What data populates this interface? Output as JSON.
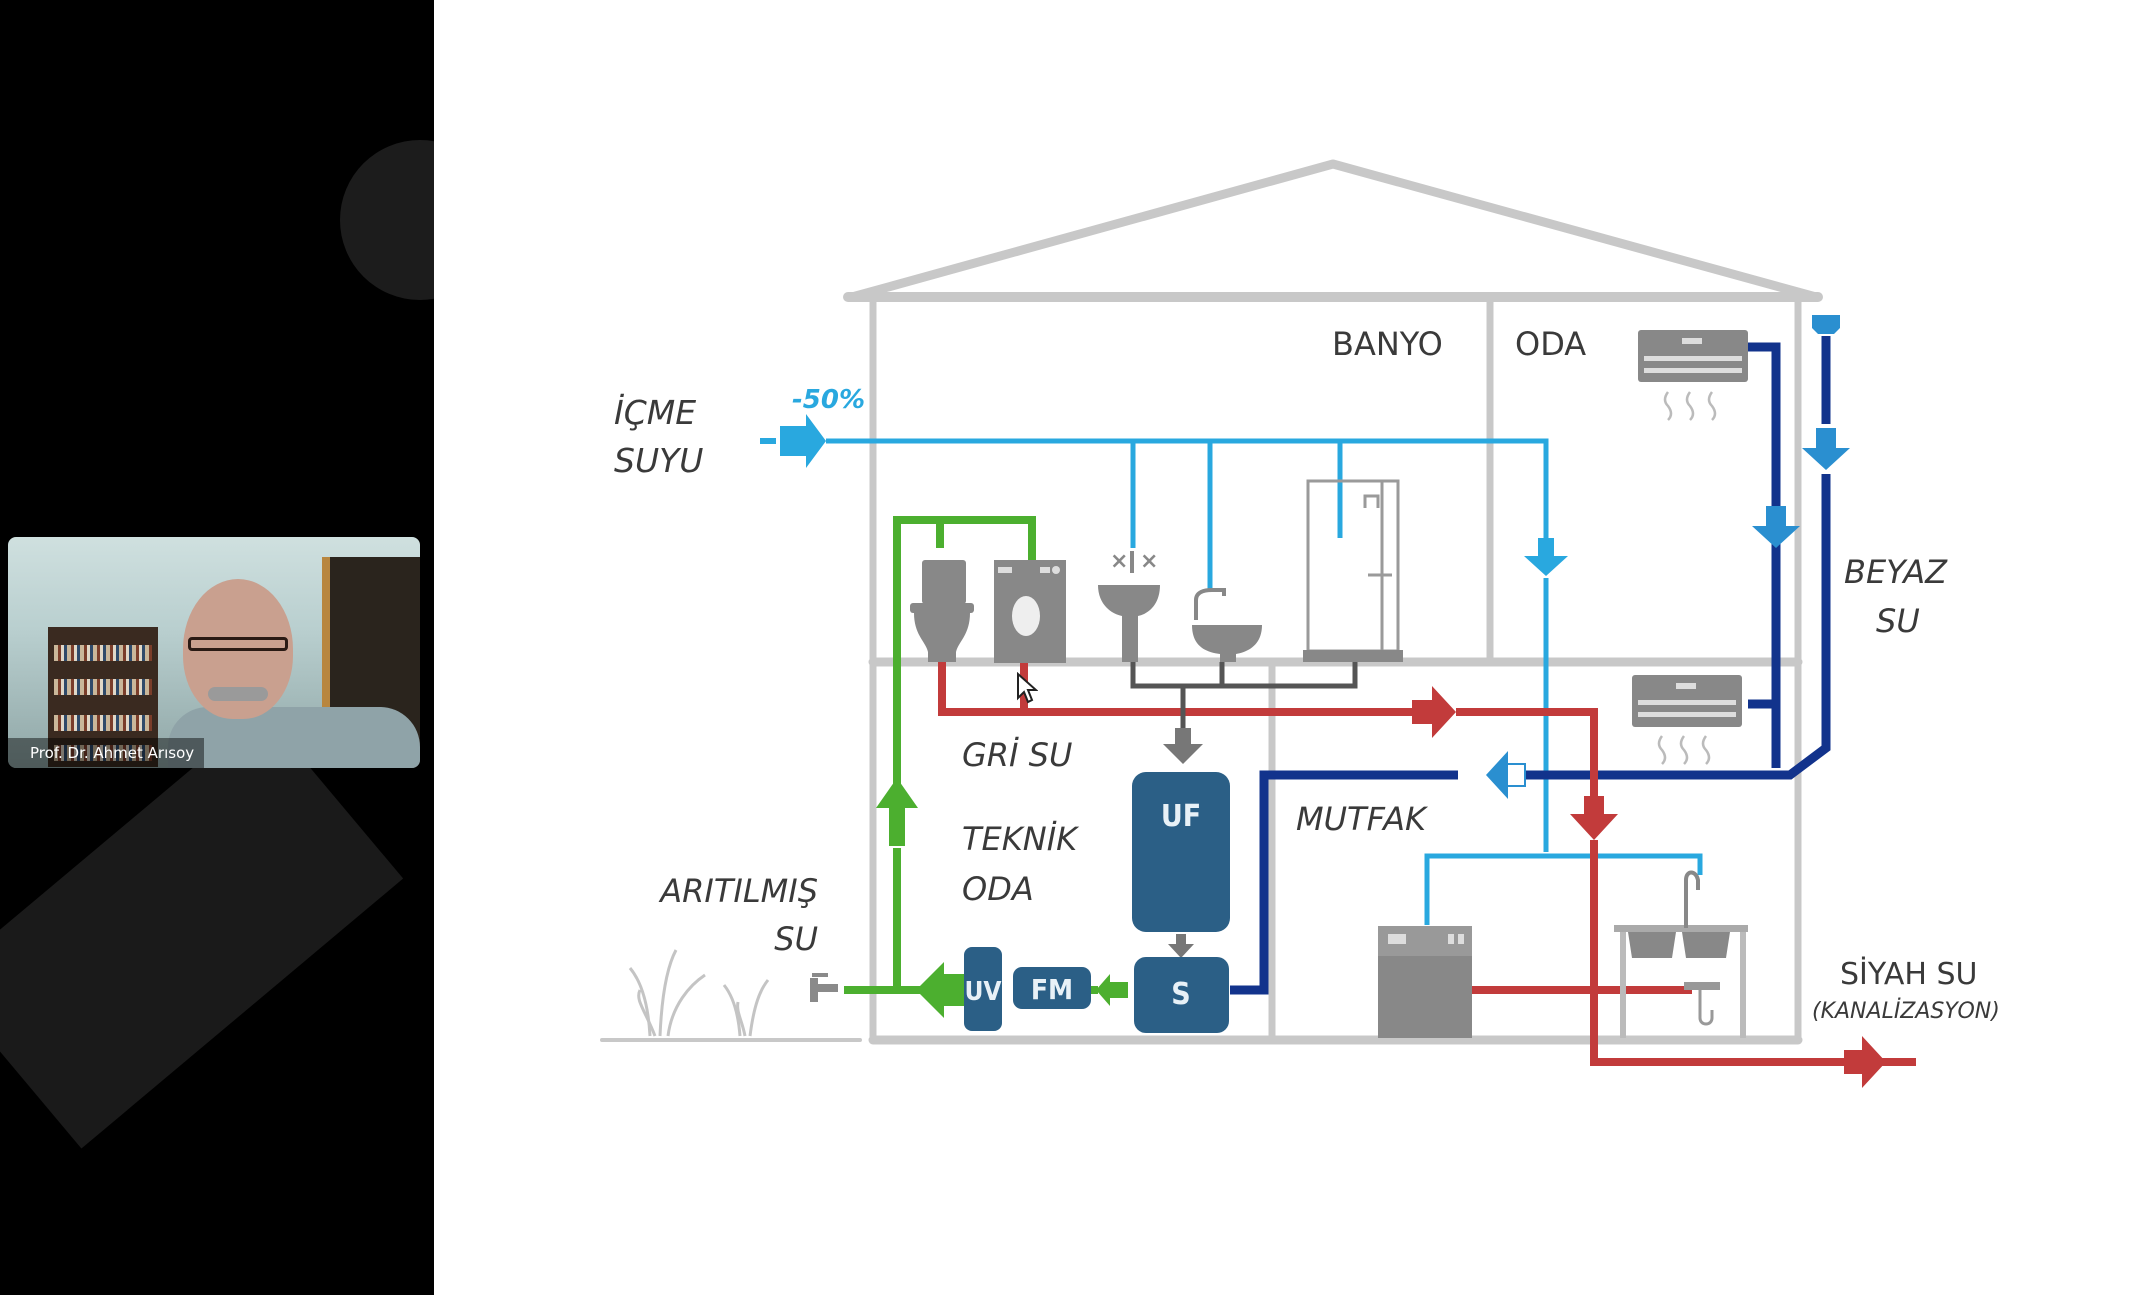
{
  "meeting": {
    "participant": {
      "name": "Prof. Dr. Ahmet Arısoy"
    }
  },
  "slide": {
    "labels": {
      "icme_suyu_line1": "İÇME",
      "icme_suyu_line2": "SUYU",
      "reduction": "-50%",
      "banyo": "BANYO",
      "oda": "ODA",
      "beyaz_su_line1": "BEYAZ",
      "beyaz_su_line2": "SU",
      "gri_su": "GRİ SU",
      "teknik_oda_line1": "TEKNİK",
      "teknik_oda_line2": "ODA",
      "mutfak": "MUTFAK",
      "aritilmis_su_line1": "ARITILMIŞ",
      "aritilmis_su_line2": "SU",
      "siyah_su_line1": "SİYAH SU",
      "siyah_su_line2": "(KANALİZASYON)"
    },
    "units": {
      "uf": "UF",
      "s": "S",
      "fm": "FM",
      "uv": "UV"
    },
    "colors": {
      "drinking_water": "#29a8df",
      "white_water": "#12338c",
      "white_water_arrow": "#2a8fd0",
      "grey_water_treated": "#4caf2f",
      "black_water": "#c23b3b",
      "grey_drain": "#555555",
      "treatment_unit": "#2b5f86",
      "structure": "#c8c8c8",
      "fixture": "#888888"
    }
  }
}
